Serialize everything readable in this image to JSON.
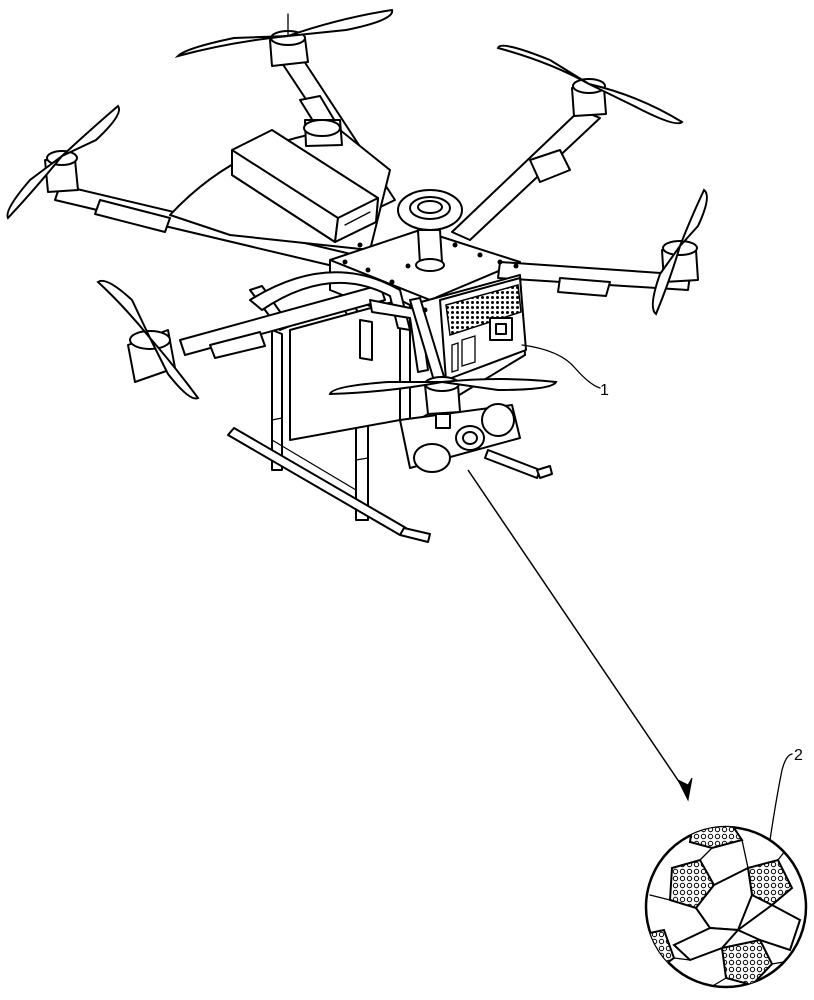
{
  "callouts": {
    "uav_number": "1",
    "ball_number": "2"
  },
  "colors": {
    "ink": "#000000",
    "paper": "#ffffff"
  },
  "icons": {
    "drone": "hexacopter-drone-illustration",
    "ball": "soccer-ball-illustration",
    "trajectory": "arrow-line"
  }
}
